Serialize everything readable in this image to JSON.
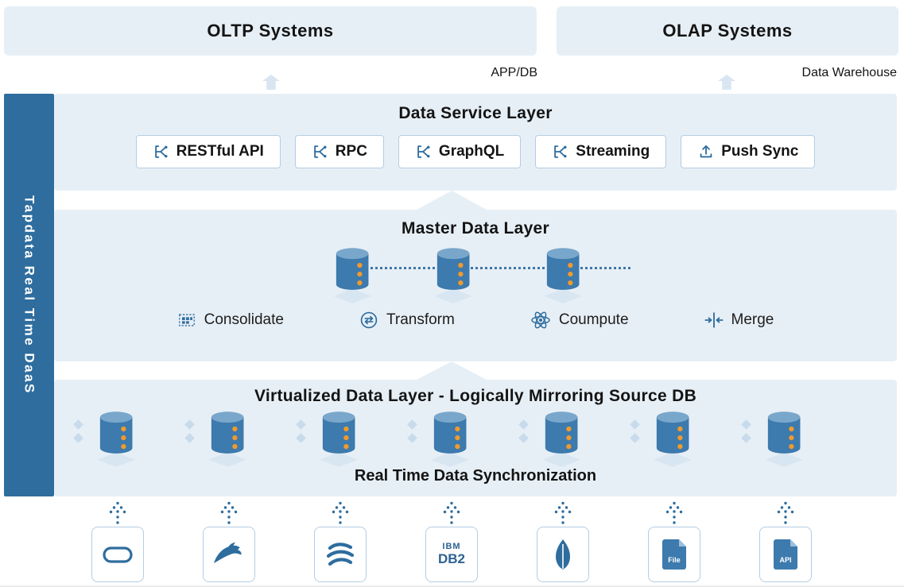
{
  "colors": {
    "panel_bg": "#e7eff6",
    "primary_blue": "#2e6d9e",
    "cylinder_blue": "#3d7aad",
    "accent_orange": "#ef9a2e",
    "border_blue": "#b3cde3",
    "text_dark": "#141414",
    "white": "#ffffff"
  },
  "top": {
    "oltp_label": "OLTP Systems",
    "olap_label": "OLAP Systems",
    "oltp_sublabel": "APP/DB",
    "olap_sublabel": "Data Warehouse"
  },
  "sidebar": {
    "label": "Tapdata Real Time DaaS"
  },
  "service_layer": {
    "title": "Data Service Layer",
    "buttons": [
      {
        "label": "RESTful API",
        "icon": "api-branch-icon"
      },
      {
        "label": "RPC",
        "icon": "api-branch-icon"
      },
      {
        "label": "GraphQL",
        "icon": "api-branch-icon"
      },
      {
        "label": "Streaming",
        "icon": "api-branch-icon"
      },
      {
        "label": "Push Sync",
        "icon": "upload-icon"
      }
    ]
  },
  "master_layer": {
    "title": "Master Data Layer",
    "database_count": 3,
    "features": [
      {
        "label": "Consolidate",
        "icon": "consolidate-grid-icon"
      },
      {
        "label": "Transform",
        "icon": "transform-circle-icon"
      },
      {
        "label": "Coumpute",
        "icon": "atom-icon"
      },
      {
        "label": "Merge",
        "icon": "merge-arrows-icon"
      }
    ]
  },
  "virtual_layer": {
    "title": "Virtualized Data Layer - Logically Mirroring Source DB",
    "subtitle": "Real Time Data Synchronization",
    "database_count": 7
  },
  "sources": [
    {
      "name": "oracle"
    },
    {
      "name": "mysql"
    },
    {
      "name": "sqlserver"
    },
    {
      "name": "ibm-db2",
      "line1": "IBM",
      "line2": "DB2"
    },
    {
      "name": "mongodb"
    },
    {
      "name": "file",
      "label": "File"
    },
    {
      "name": "api",
      "label": "API"
    }
  ]
}
